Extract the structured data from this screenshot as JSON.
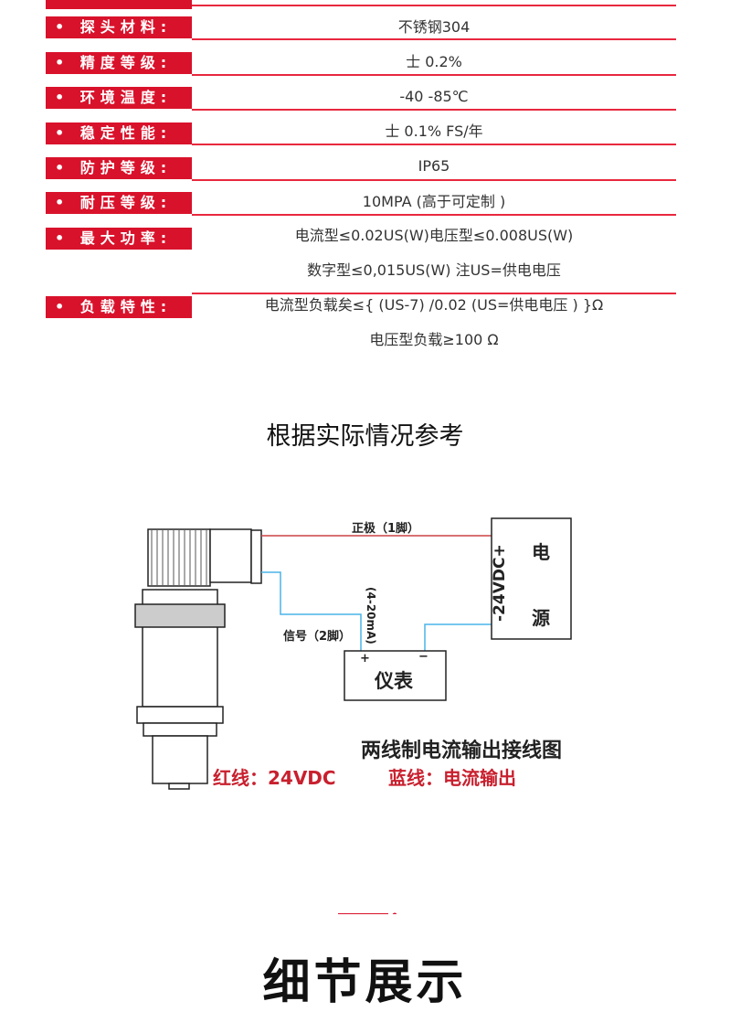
{
  "specs": [
    {
      "label": "• 探头材料:",
      "values": [
        "不锈钢304"
      ]
    },
    {
      "label": "• 精度等级:",
      "values": [
        "士 0.2%"
      ]
    },
    {
      "label": "• 环境温度:",
      "values": [
        "-40 -85℃"
      ]
    },
    {
      "label": "• 稳定性能:",
      "values": [
        "士 0.1% FS/年"
      ]
    },
    {
      "label": "• 防护等级:",
      "values": [
        "IP65"
      ]
    },
    {
      "label": "• 耐压等级:",
      "values": [
        "10MPA (高于可定制 )"
      ]
    },
    {
      "label": "• 最大功率:",
      "values": [
        "电流型≤0.02US(W)电压型≤0.008US(W)",
        "数字型≤0,015US(W) 注US=供电电压"
      ]
    },
    {
      "label": "• 负载特性:",
      "values": [
        "电流型负载矣≤{ (US-7) /0.02 (US=供电电压 ) }Ω",
        "电压型负载≥100 Ω"
      ]
    }
  ],
  "note": "根据实际情况参考",
  "diagram": {
    "positive": "正极（1脚）",
    "signal": "信号（2脚）",
    "current": "(4-20mA)",
    "supply_voltage": "-24VDC+",
    "supply_1": "电",
    "supply_2": "源",
    "meter": "仪表",
    "plus": "+",
    "minus": "−",
    "title": "两线制电流输出接线图",
    "red_wire": "红线：24VDC",
    "blue_wire": "蓝线：电流输出"
  },
  "section_title": "细节展示",
  "colors": {
    "accent": "#d9122b"
  }
}
